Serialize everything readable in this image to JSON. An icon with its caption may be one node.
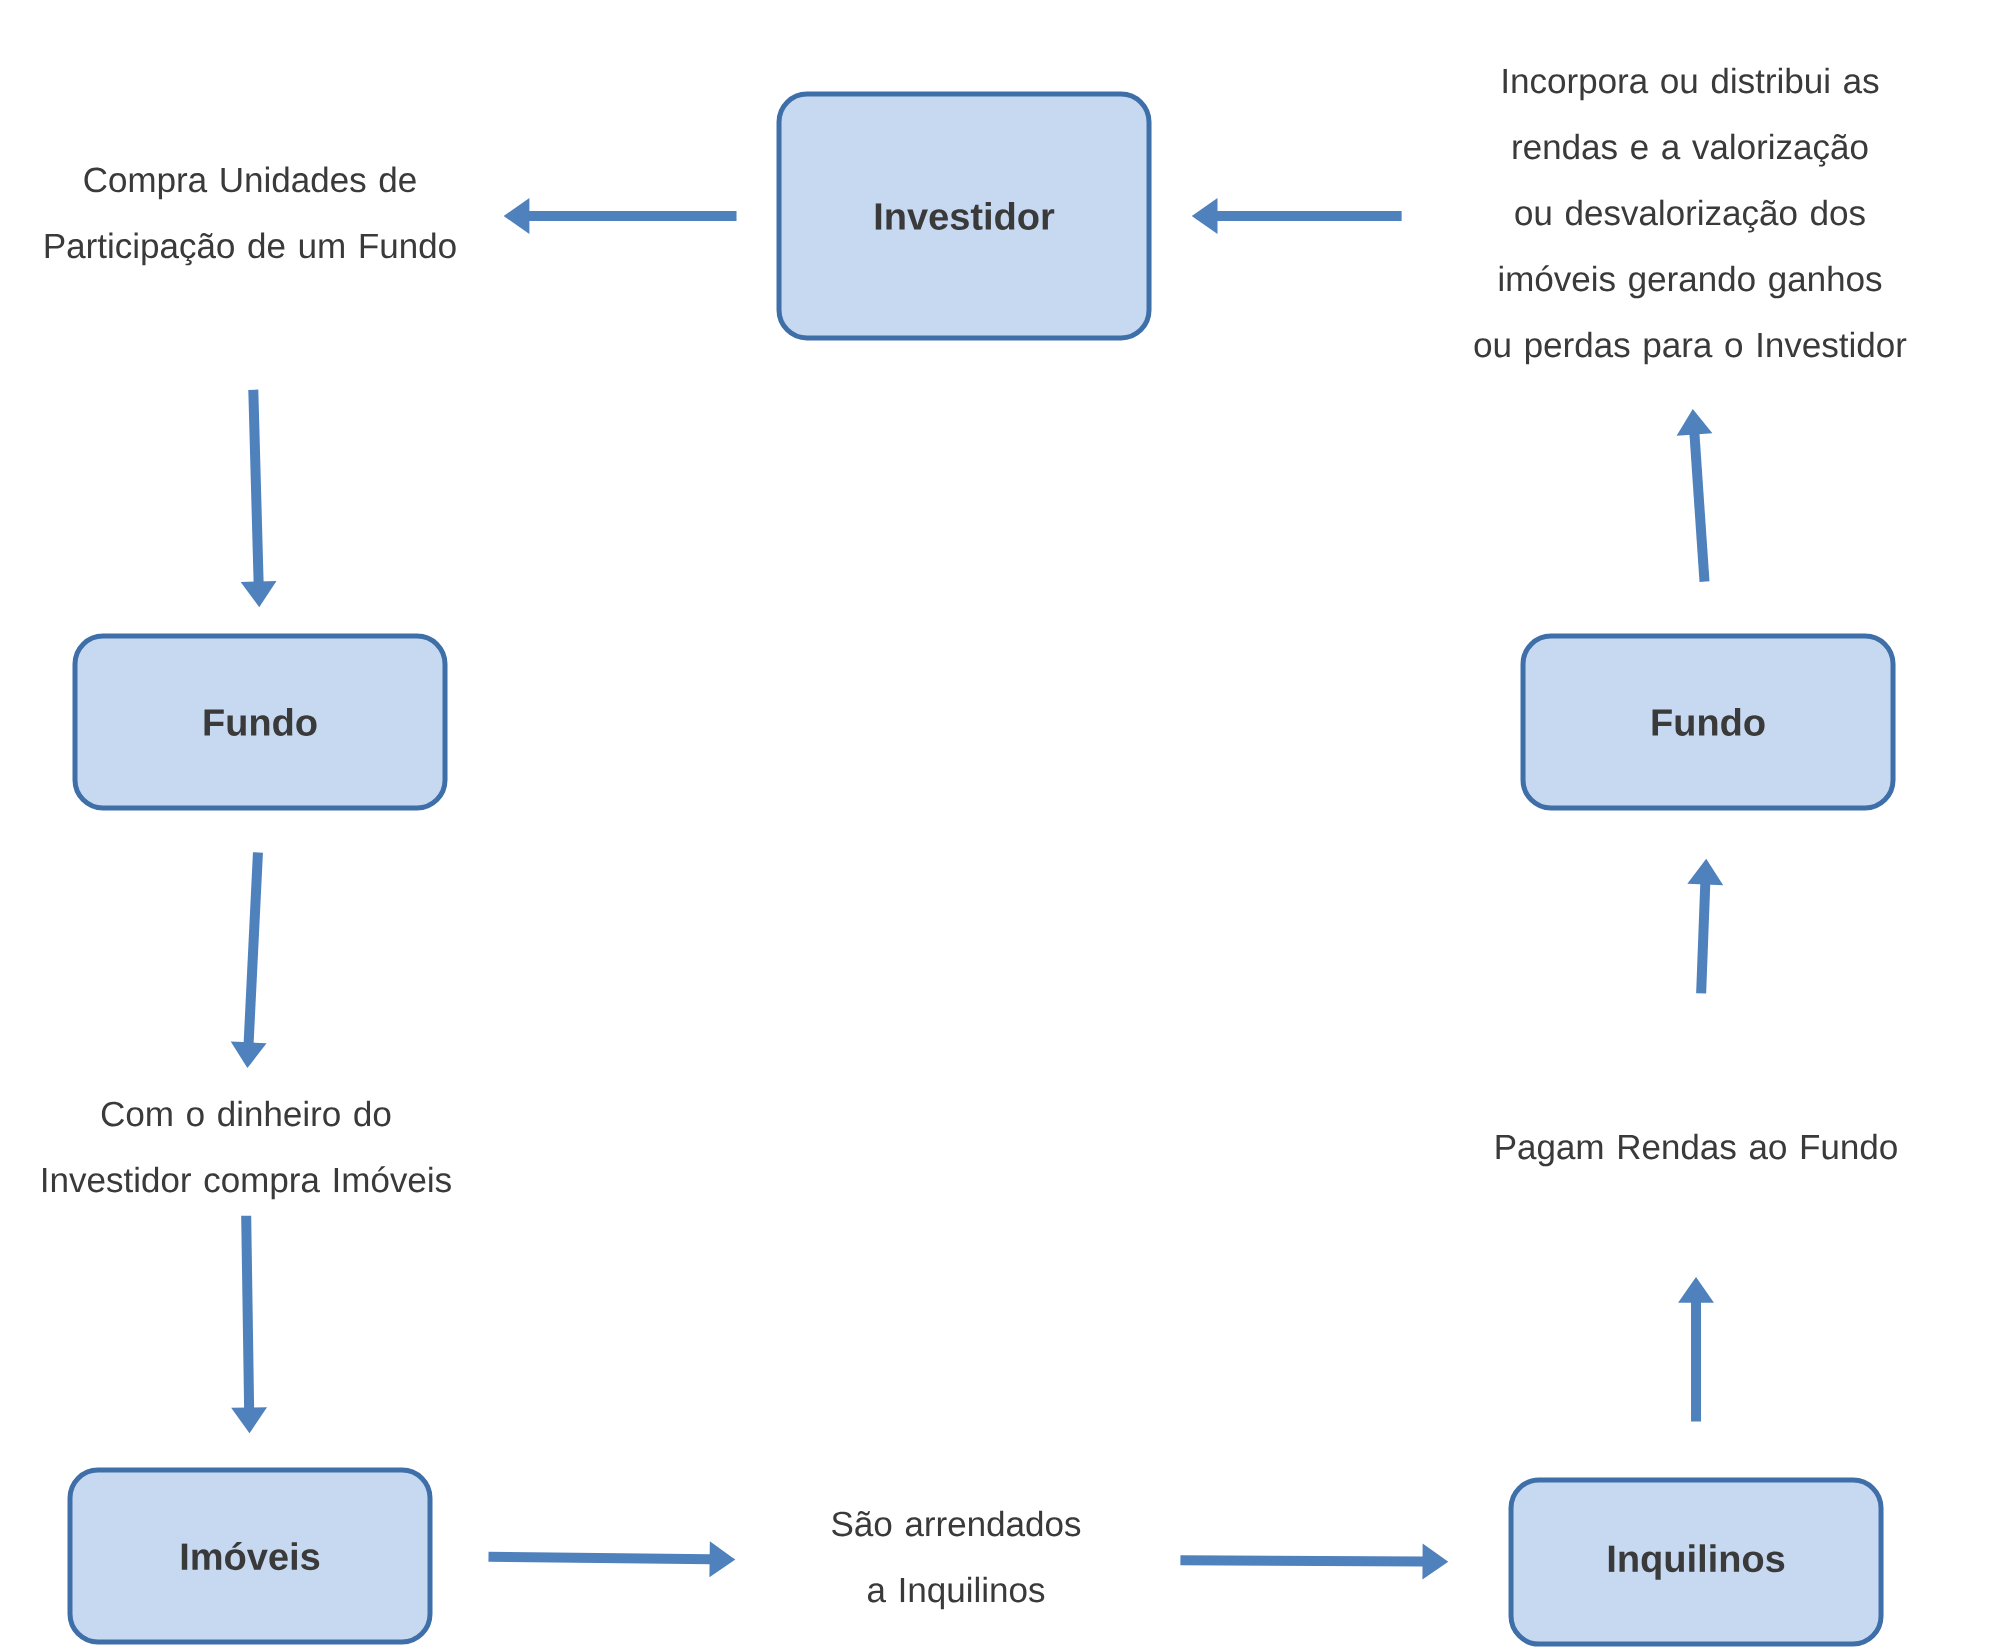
{
  "diagram": {
    "nodes": [
      {
        "text": [
          "Investidor"
        ]
      },
      {
        "text": [
          "Compra Unidades de Participação de um Fundo"
        ]
      },
      {
        "text": [
          "Incorpora ou distribui as rendas e a valorização ou desvalorização dos imóveis gerando ganhos ou perdas para o Investidor"
        ]
      },
      {
        "text": [
          "Fundo"
        ]
      },
      {
        "text": [
          "Fundo"
        ]
      },
      {
        "text": [
          "Com o dinheiro do Investidor compra Imóveis"
        ]
      },
      {
        "text": [
          "Pagam Rendas ao Fundo"
        ]
      },
      {
        "text": [
          "Imóveis"
        ]
      },
      {
        "text": [
          "São arrendados a Inquilinos"
        ]
      },
      {
        "text": [
          "Inquilinos"
        ]
      }
    ],
    "edges": [
      {
        "from": 0,
        "to": 1,
        "arrow": "to"
      },
      {
        "from": 2,
        "to": 0,
        "arrow": "to"
      },
      {
        "from": 1,
        "to": 3,
        "arrow": "to"
      },
      {
        "from": 3,
        "to": 5,
        "arrow": "to"
      },
      {
        "from": 5,
        "to": 7,
        "arrow": "to"
      },
      {
        "from": 7,
        "to": 8,
        "arrow": "to"
      },
      {
        "from": 8,
        "to": 9,
        "arrow": "to"
      },
      {
        "from": 9,
        "to": 6,
        "arrow": "to"
      },
      {
        "from": 6,
        "to": 4,
        "arrow": "to"
      },
      {
        "from": 4,
        "to": 2,
        "arrow": "to"
      }
    ]
  }
}
